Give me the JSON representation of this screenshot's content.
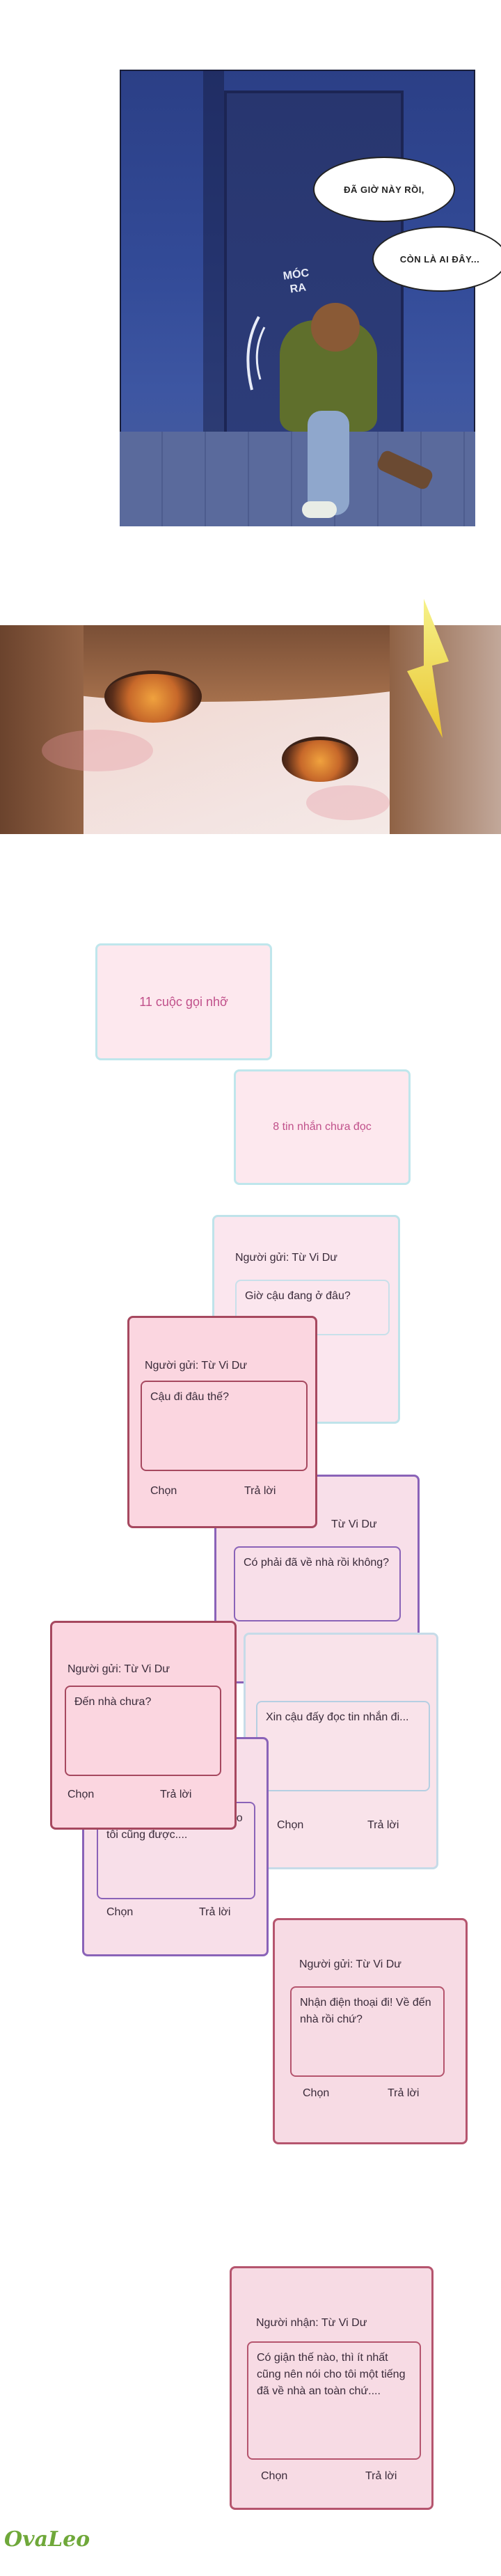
{
  "panel1": {
    "bubble_top": "ĐÃ GIỜ NÀY RỒI,",
    "bubble_bottom": "CÒN LÀ AI ĐÂY...",
    "sfx": "MÓC RA"
  },
  "notifications": {
    "missed_calls": "11 cuộc gọi nhỡ",
    "unread_messages": "8 tin nhắn chưa đọc"
  },
  "messages": [
    {
      "title": "Người gửi: Từ Vi Dư",
      "body": "Giờ cậu đang ở đâu?"
    },
    {
      "title": "Người gửi: Từ Vi Dư",
      "body": "Cậu đi đâu thế?",
      "btn_select": "Chọn",
      "btn_reply": "Trả lời"
    },
    {
      "title": "Từ Vi Dư",
      "body": "Có phải đã về nhà rồi không?"
    },
    {
      "title": "Người gửi: Từ Vi Dư",
      "body": "Đến nhà chưa?",
      "btn_select": "Chọn",
      "btn_reply": "Trả lời"
    },
    {
      "body": "Xin cậu đấy đọc tin nhắn đi...",
      "btn_select": "Chọn",
      "btn_reply": "Trả lời"
    },
    {
      "body": "Đến nhà rồi thì nhắn lại cho tôi cũng được....",
      "btn_select": "Chọn",
      "btn_reply": "Trả lời"
    },
    {
      "title": "Người gửi: Từ Vi Dư",
      "body": "Nhận điện thoại đi! Về đến nhà rồi chứ?",
      "btn_select": "Chọn",
      "btn_reply": "Trả lời"
    },
    {
      "title": "Người nhận: Từ Vi Dư",
      "body": "Có giận thế nào, thì ít nhất cũng nên nói cho tôi một tiếng đã về nhà an toàn chứ....",
      "btn_select": "Chọn",
      "btn_reply": "Trả lời"
    }
  ],
  "logo": {
    "text": "OvaLeo"
  }
}
